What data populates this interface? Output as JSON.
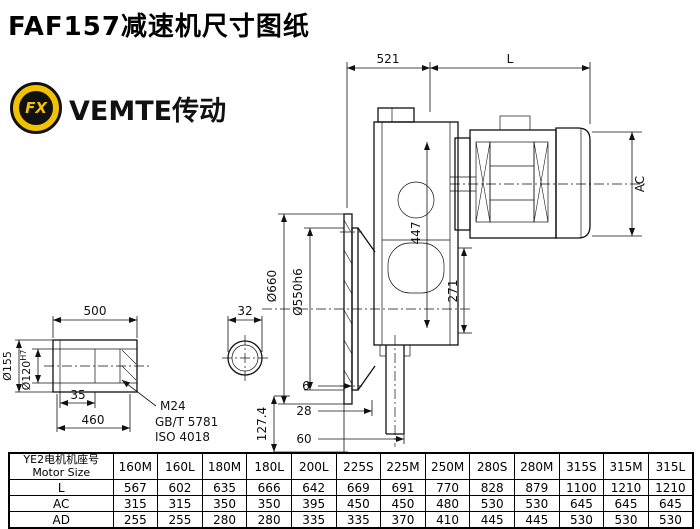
{
  "page": {
    "title": "FAF157减速机尺寸图纸"
  },
  "logo": {
    "icon_text": "FX",
    "brand": "VEMTE传动",
    "ring_color": "#f2c100"
  },
  "drawing": {
    "top_dims": {
      "d521": "521",
      "L": "L",
      "AC": "AC"
    },
    "main_dims": {
      "d447": "447",
      "d271": "271",
      "d660": "Ø660",
      "d550": "Ø550h6",
      "d6": "6",
      "d28": "28",
      "d60": "60",
      "d127": "127.4"
    },
    "shaft_dims": {
      "d500": "500",
      "d32": "32",
      "d35": "35",
      "d460": "460",
      "d155": "Ø155",
      "d120": "Ø120",
      "d120_tol": "H7",
      "m24": "M24",
      "gb": "GB/T 5781",
      "iso": "ISO 4018"
    }
  },
  "table": {
    "row_header": {
      "line1": "YE2电机机座号",
      "line2": "Motor Size"
    },
    "sizes": [
      "160M",
      "160L",
      "180M",
      "180L",
      "200L",
      "225S",
      "225M",
      "250M",
      "280S",
      "280M",
      "315S",
      "315M",
      "315L"
    ],
    "rows": [
      {
        "label": "L",
        "values": [
          "567",
          "602",
          "635",
          "666",
          "642",
          "669",
          "691",
          "770",
          "828",
          "879",
          "1100",
          "1210",
          "1210"
        ]
      },
      {
        "label": "AC",
        "values": [
          "315",
          "315",
          "350",
          "350",
          "395",
          "450",
          "450",
          "480",
          "530",
          "530",
          "645",
          "645",
          "645"
        ]
      },
      {
        "label": "AD",
        "values": [
          "255",
          "255",
          "280",
          "280",
          "335",
          "335",
          "370",
          "410",
          "445",
          "445",
          "530",
          "530",
          "530"
        ]
      }
    ]
  }
}
